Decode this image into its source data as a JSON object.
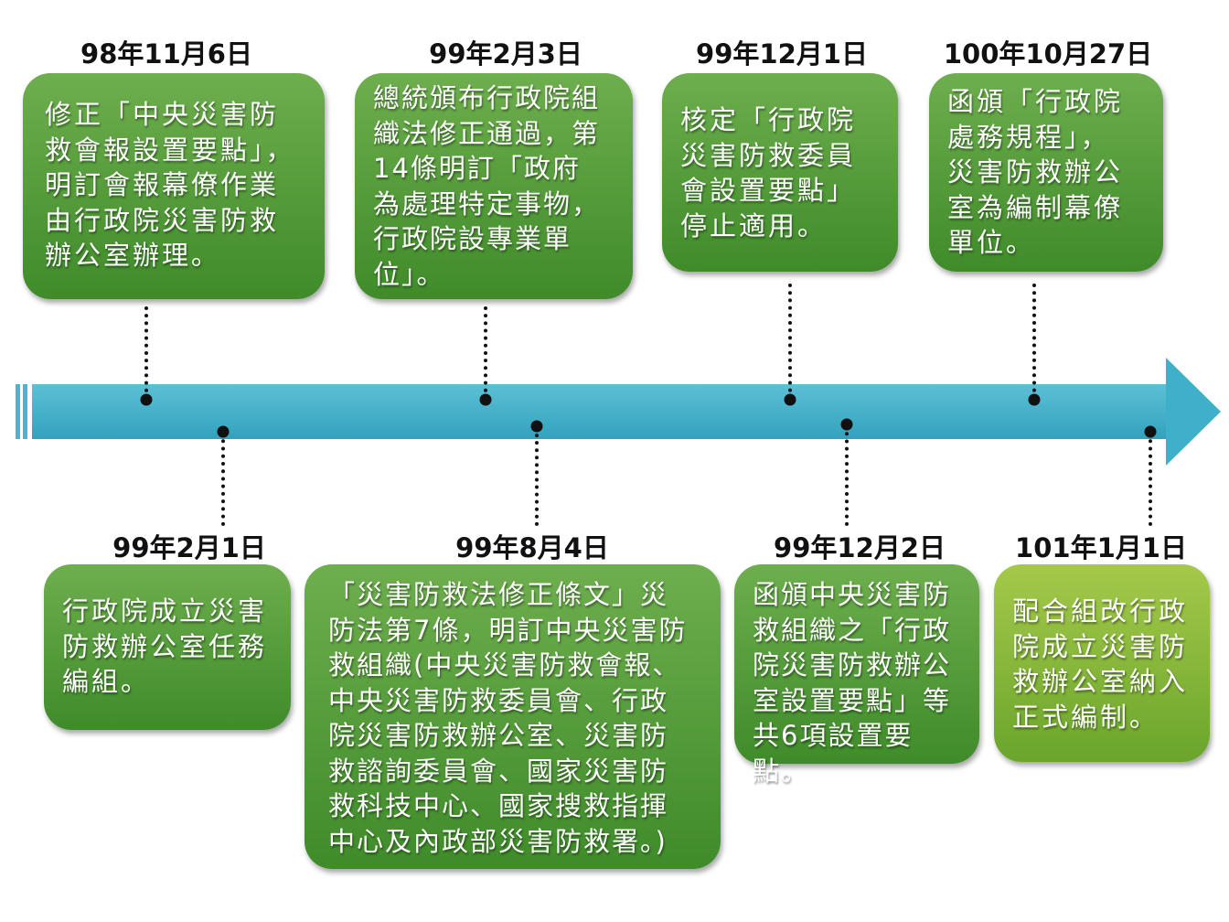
{
  "events": [
    {
      "date": "98年11月6日",
      "text": "修正「中央災害防\n救會報設置要點」，\n明訂會報幕僚作業\n由行政院災害防救\n辦公室辦理。"
    },
    {
      "date": "99年2月3日",
      "text": "總統頒布行政院組\n織法修正通過，第\n14條明訂「政府\n為處理特定事物，\n行政院設專業單\n位」。"
    },
    {
      "date": "99年12月1日",
      "text": "核定「行政院\n災害防救委員\n會設置要點」\n停止適用。"
    },
    {
      "date": "100年10月27日",
      "text": "函頒「行政院\n處務規程」，\n災害防救辦公\n室為編制幕僚\n單位。"
    },
    {
      "date": "99年2月1日",
      "text": "行政院成立災害\n防救辦公室任務\n編組。"
    },
    {
      "date": "99年8月4日",
      "text": "「災害防救法修正條文」災\n防法第7條，明訂中央災害防\n救組織(中央災害防救會報、\n中央災害防救委員會、行政\n院災害防救辦公室、災害防\n救諮詢委員會、國家災害防\n救科技中心、國家搜救指揮\n中心及內政部災害防救署。)"
    },
    {
      "date": "99年12月2日",
      "text": "函頒中央災害防\n救組織之「行政\n院災害防救辦公\n室設置要點」等\n共6項設置要點。"
    },
    {
      "date": "101年1月1日",
      "text": "配合組改行政\n院成立災害防\n救辦公室納入\n正式編制。"
    }
  ]
}
